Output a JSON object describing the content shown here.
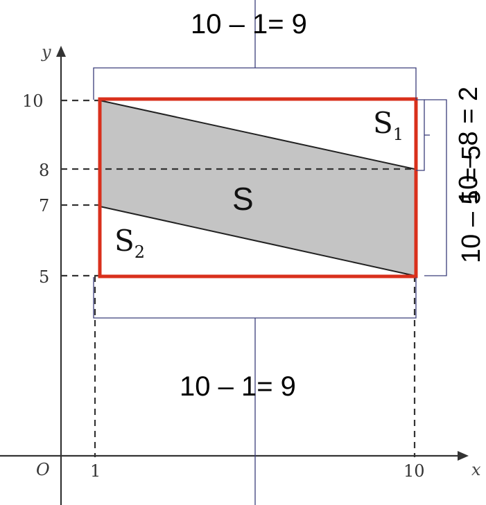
{
  "axes": {
    "x_label": "x",
    "y_label": "y",
    "origin_label": "O",
    "x_ticks": [
      "1",
      "10"
    ],
    "y_ticks": [
      "10",
      "8",
      "7",
      "5"
    ]
  },
  "regions": {
    "s_label": "S",
    "s1_label": "S",
    "s1_sub": "1",
    "s2_label": "S",
    "s2_sub": "2"
  },
  "annotations": {
    "top_width": "10 – 1= 9",
    "bottom_width": "10 – 1= 9",
    "right_height_small": "10 – 8 = 2",
    "right_height_full": "10 – 5 = 5"
  },
  "colors": {
    "rect_border": "#d9301c",
    "shaded_fill": "#c4c4c4",
    "bracket": "#3a3d7a"
  }
}
